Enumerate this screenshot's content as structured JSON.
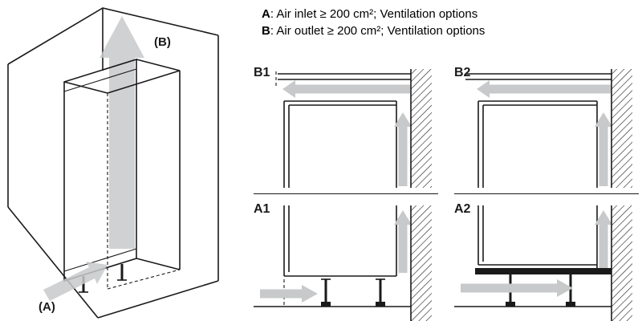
{
  "legend": {
    "items": [
      {
        "key": "A",
        "text": ": Air inlet ≥ 200 cm²; Ventilation options"
      },
      {
        "key": "B",
        "text": ": Air outlet ≥ 200 cm²; Ventilation options"
      }
    ]
  },
  "overview": {
    "label_a": "(A)",
    "label_b": "(B)"
  },
  "cells": {
    "b1": {
      "label": "B1"
    },
    "b2": {
      "label": "B2"
    },
    "a1": {
      "label": "A1"
    },
    "a2": {
      "label": "A2"
    }
  },
  "colors": {
    "line": "#1a1a1a",
    "arrow": "#c7c9ca",
    "background": "#ffffff"
  }
}
